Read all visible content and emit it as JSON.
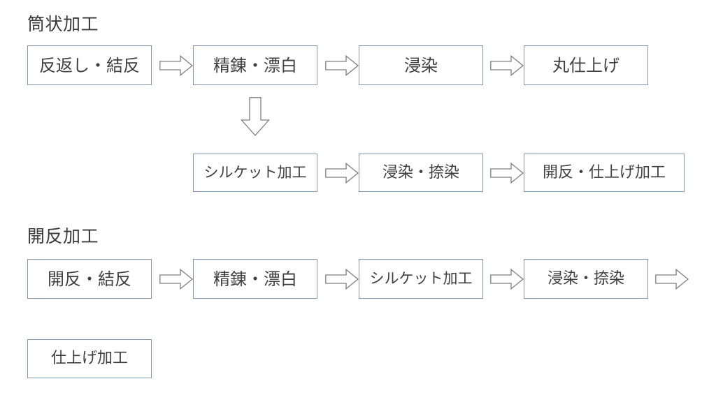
{
  "diagram": {
    "title_tubular": "筒状加工",
    "title_openwidth": "開反加工",
    "sections": [
      {
        "heading": "筒状加工",
        "rows": [
          {
            "boxes": [
              {
                "label": "反返し・結反"
              },
              {
                "label": "精錬・漂白"
              },
              {
                "label": "浸染"
              },
              {
                "label": "丸仕上げ"
              }
            ]
          },
          {
            "boxes": [
              {
                "label": "シルケット加工"
              },
              {
                "label": "浸染・捺染"
              },
              {
                "label": "開反・仕上げ加工"
              }
            ]
          }
        ]
      },
      {
        "heading": "開反加工",
        "rows": [
          {
            "boxes": [
              {
                "label": "開反・結反"
              },
              {
                "label": "精錬・漂白"
              },
              {
                "label": "シルケット加工"
              },
              {
                "label": "浸染・捺染"
              }
            ]
          },
          {
            "boxes": [
              {
                "label": "仕上げ加工"
              }
            ]
          }
        ]
      }
    ],
    "connectors": {
      "right_arrow": "right-block-arrow",
      "down_arrow": "down-block-arrow",
      "wrap_arrow": "right-block-arrow-wrap"
    },
    "colors": {
      "box_border": "#8496B0",
      "box_fill": "#FFFFFF",
      "arrow_stroke": "#7F7F7F",
      "arrow_fill": "#FFFFFF",
      "text": "#3F3F3F",
      "heading_text": "#3A3A3A",
      "background": "#FFFFFF"
    }
  }
}
